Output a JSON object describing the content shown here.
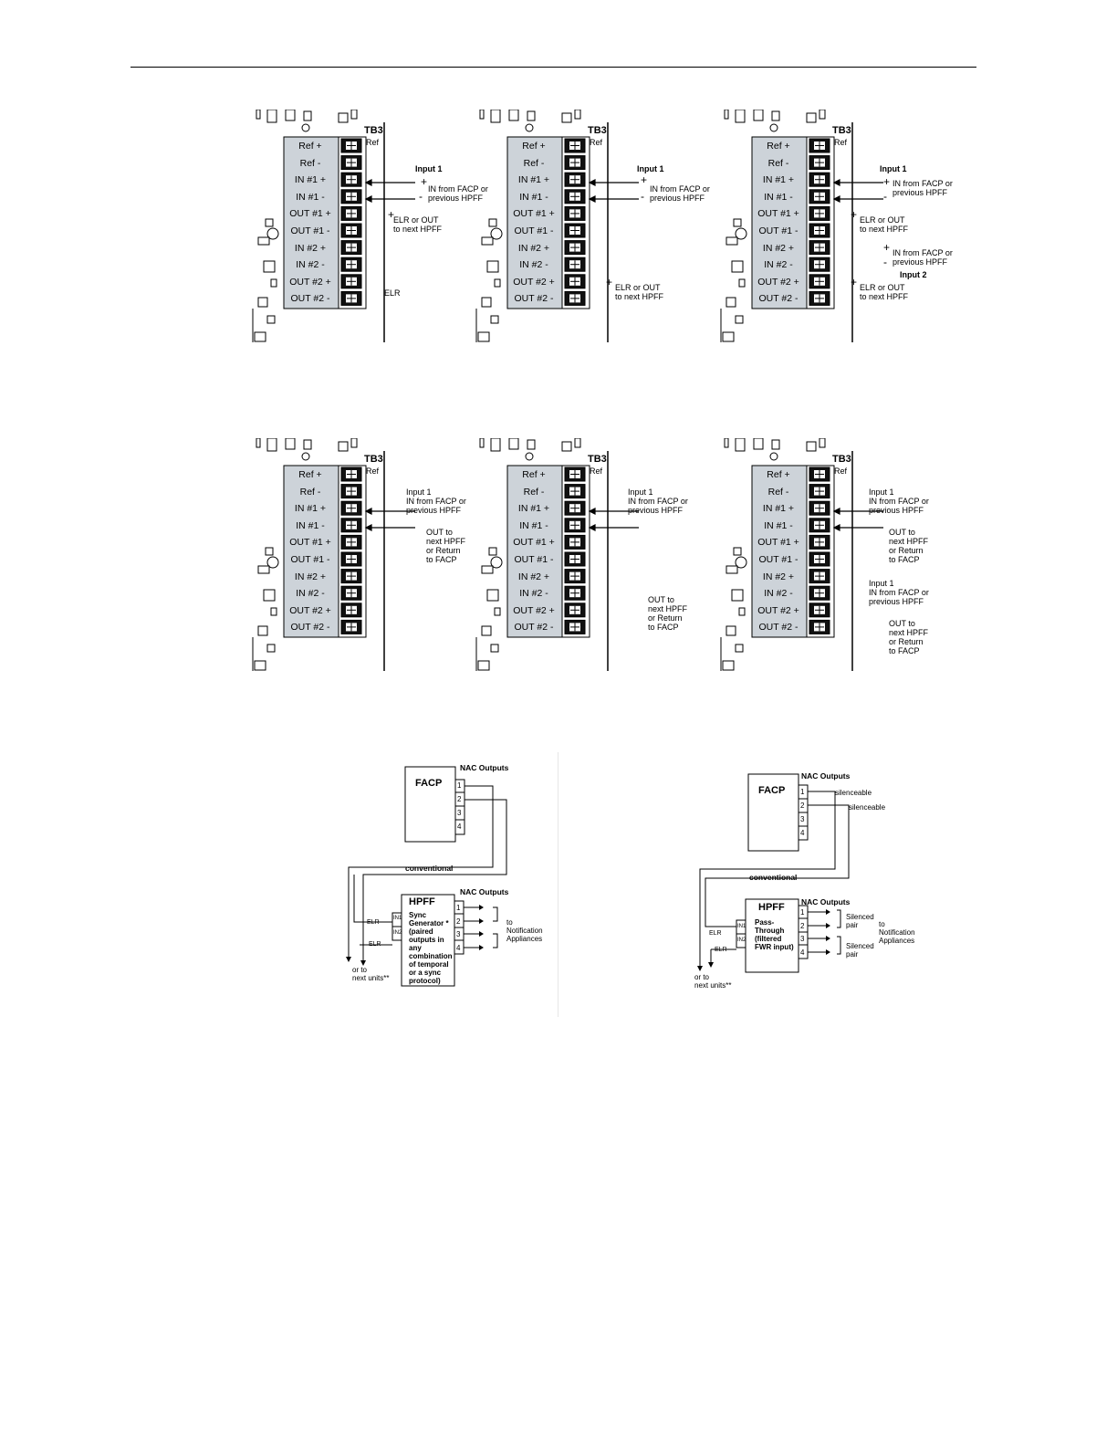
{
  "terminal_block": "TB3",
  "ref_label": "Ref",
  "terminals": [
    "Ref +",
    "Ref -",
    "IN #1 +",
    "IN #1 -",
    "OUT #1 +",
    "OUT #1 -",
    "IN #2 +",
    "IN #2 -",
    "OUT #2 +",
    "OUT #2 -"
  ],
  "panel1": {
    "input": "Input 1",
    "in_from": "IN from FACP or\nprevious HPFF",
    "elr_out": "ELR or OUT\nto next HPFF",
    "elr": "ELR",
    "plus": "+",
    "minus": "-"
  },
  "panel2": {
    "input": "Input 1",
    "in_from": "IN from FACP or\nprevious HPFF",
    "elr_out": "ELR or OUT\nto next HPFF",
    "plus": "+",
    "minus": "-"
  },
  "panel3": {
    "input1": "Input 1",
    "in_from1": "IN from FACP or\nprevious HPFF",
    "elr_out1": "ELR or OUT\nto next HPFF",
    "in_from2": "IN from FACP or\nprevious HPFF",
    "input2": "Input 2",
    "elr_out2": "ELR or OUT\nto next HPFF",
    "plus": "+",
    "minus": "-"
  },
  "panel4": {
    "input": "Input 1\nIN from FACP or\nprevious HPFF",
    "out": "OUT to\nnext HPFF\nor Return\nto FACP"
  },
  "panel5": {
    "input": "Input 1\nIN from FACP or\nprevious HPFF",
    "out": "OUT to\nnext HPFF\nor Return\nto FACP"
  },
  "panel6": {
    "input1": "Input 1\nIN from FACP or\nprevious HPFF",
    "out1": "OUT to\nnext HPFF\nor Return\nto FACP",
    "input2": "Input 1\nIN from FACP or\nprevious HPFF",
    "out2": "OUT to\nnext HPFF\nor Return\nto FACP"
  },
  "diagram_left": {
    "facp": "FACP",
    "nac_outputs": "NAC Outputs",
    "nac_outputs_2": "NAC Outputs",
    "conventional": "conventional",
    "hpff": "HPFF",
    "mode": "Sync\nGenerator *\n(paired\noutputs in\nany\ncombination\nof temporal\nor a sync\nprotocol)",
    "to_appliances": "to\nNotification\nAppliances",
    "elr": "ELR",
    "in1": "IN1",
    "in2": "IN2",
    "next_units": "or to\nnext units**",
    "ports": [
      "1",
      "2",
      "3",
      "4"
    ]
  },
  "diagram_right": {
    "facp": "FACP",
    "nac_outputs": "NAC Outputs",
    "nac_outputs_2": "NAC Outputs",
    "silenceable_1": "silenceable",
    "silenceable_2": "silenceable",
    "conventional": "conventional",
    "hpff": "HPFF",
    "mode": "Pass-\nThrough\n(filtered\nFWR input)",
    "silenced_pair_1": "Silenced\npair",
    "silenced_pair_2": "Silenced\npair",
    "to_appliances": "to\nNotification\nAppliances",
    "elr": "ELR",
    "in1": "IN1",
    "in2": "IN2",
    "next_units": "or to\nnext units**",
    "ports": [
      "1",
      "2",
      "3",
      "4"
    ]
  }
}
